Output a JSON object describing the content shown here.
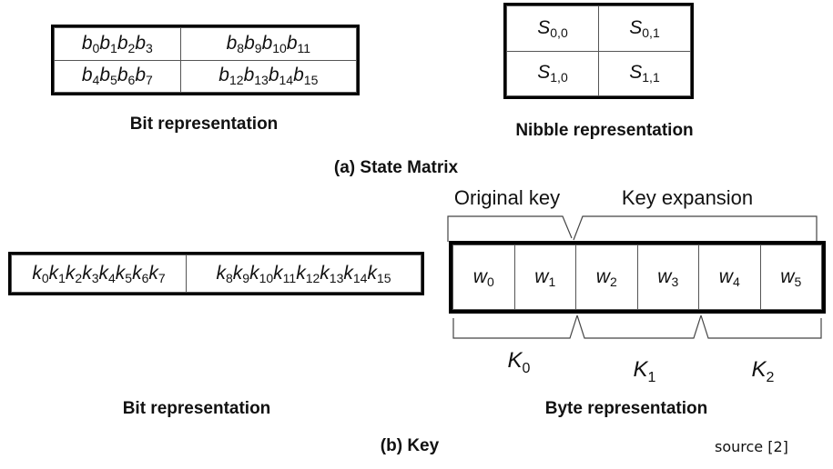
{
  "state_matrix": {
    "bit_table": [
      [
        [
          [
            "b",
            "0"
          ],
          [
            "b",
            "1"
          ],
          [
            "b",
            "2"
          ],
          [
            "b",
            "3"
          ]
        ],
        [
          [
            "b",
            "8"
          ],
          [
            "b",
            "9"
          ],
          [
            "b",
            "10"
          ],
          [
            "b",
            "11"
          ]
        ]
      ],
      [
        [
          [
            "b",
            "4"
          ],
          [
            "b",
            "5"
          ],
          [
            "b",
            "6"
          ],
          [
            "b",
            "7"
          ]
        ],
        [
          [
            "b",
            "12"
          ],
          [
            "b",
            "13"
          ],
          [
            "b",
            "14"
          ],
          [
            "b",
            "15"
          ]
        ]
      ]
    ],
    "bit_label": "Bit representation",
    "nibble_table": [
      [
        [
          [
            "S",
            "0,0"
          ]
        ],
        [
          [
            "S",
            "0,1"
          ]
        ]
      ],
      [
        [
          [
            "S",
            "1,0"
          ]
        ],
        [
          [
            "S",
            "1,1"
          ]
        ]
      ]
    ],
    "nibble_label": "Nibble representation",
    "caption": "(a) State Matrix"
  },
  "key": {
    "bit_row": [
      [
        [
          "k",
          "0"
        ],
        [
          "k",
          "1"
        ],
        [
          "k",
          "2"
        ],
        [
          "k",
          "3"
        ],
        [
          "k",
          "4"
        ],
        [
          "k",
          "5"
        ],
        [
          "k",
          "6"
        ],
        [
          "k",
          "7"
        ]
      ],
      [
        [
          "k",
          "8"
        ],
        [
          "k",
          "9"
        ],
        [
          "k",
          "10"
        ],
        [
          "k",
          "11"
        ],
        [
          "k",
          "12"
        ],
        [
          "k",
          "13"
        ],
        [
          "k",
          "14"
        ],
        [
          "k",
          "15"
        ]
      ]
    ],
    "bit_label": "Bit representation",
    "original_key_label": "Original key",
    "key_expansion_label": "Key expansion",
    "words": [
      [
        [
          "w",
          "0"
        ]
      ],
      [
        [
          "w",
          "1"
        ]
      ],
      [
        [
          "w",
          "2"
        ]
      ],
      [
        [
          "w",
          "3"
        ]
      ],
      [
        [
          "w",
          "4"
        ]
      ],
      [
        [
          "w",
          "5"
        ]
      ]
    ],
    "k_labels": [
      [
        [
          "K",
          "0"
        ]
      ],
      [
        [
          "K",
          "1"
        ]
      ],
      [
        [
          "K",
          "2"
        ]
      ]
    ],
    "byte_label": "Byte representation",
    "caption": "(b) Key"
  },
  "source": "source [2]",
  "colors": {
    "ink": "#000000",
    "grid": "#555555",
    "background": "#ffffff"
  }
}
